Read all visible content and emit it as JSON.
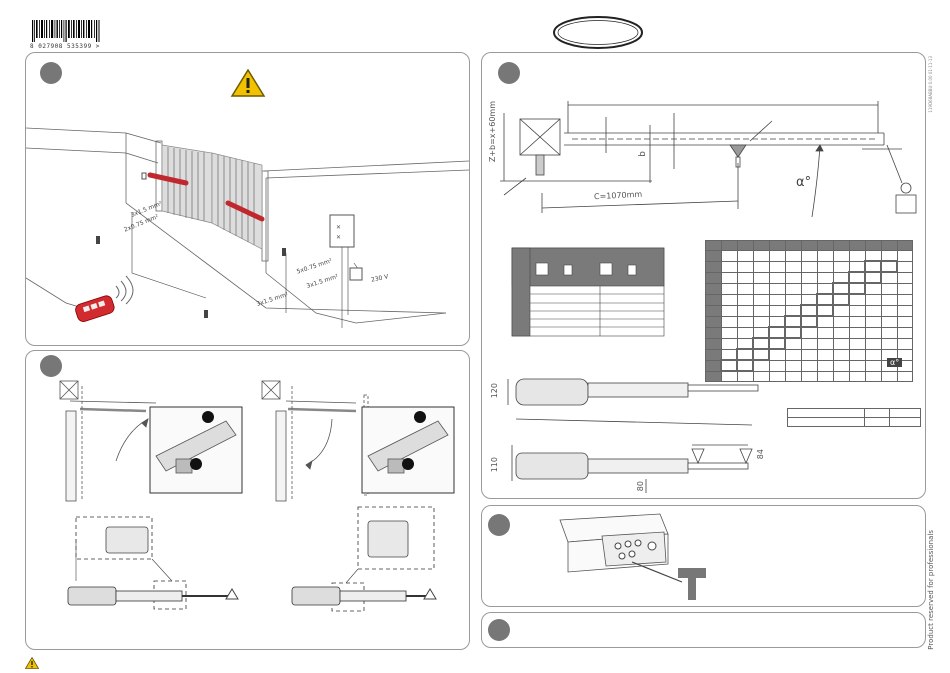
{
  "header": {
    "barcode_number": "8 027908 535399 >",
    "logo_alt": "brand-oval"
  },
  "side_text": {
    "professionals": "Product reserved for professionals",
    "code": "119D68ABBU 0.00 01-11-13"
  },
  "panel1": {
    "labels": {
      "cable_a": "3x1.5 mm²",
      "cable_b": "2x0.75 mm²",
      "cable_c": "5x0.75 mm²",
      "cable_d": "3x1.5 mm²",
      "cable_e": "3x1.5 mm²",
      "voltage": "230 V"
    }
  },
  "panel2": {
    "dims": {
      "height_v": "Z+b=x+60mm",
      "c_dim": "C=1070mm",
      "b_label": "b",
      "alpha": "α°"
    },
    "alpha_label": "α°",
    "dim_120": "120",
    "dim_110": "110",
    "dim_80": "80",
    "dim_84": "84"
  },
  "colors": {
    "panel_border": "#9a9a9a",
    "number_badge": "#777777",
    "actuator_red": "#c0282d",
    "warning_yellow": "#f2c200"
  }
}
